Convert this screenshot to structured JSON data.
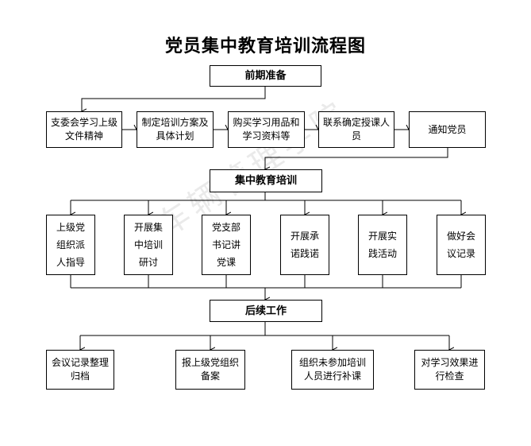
{
  "title": "党员集中教育培训流程图",
  "watermark": "车辆管理学院",
  "stage1": {
    "header": "前期准备",
    "steps": [
      "支委会学习上级文件精神",
      "制定培训方案及具体计划",
      "购买学习用品和学习资料等",
      "联系确定授课人员",
      "通知党员"
    ]
  },
  "stage2": {
    "header": "集中教育培训",
    "steps": [
      "上级党组织派人指导",
      "开展集中培训研讨",
      "党支部书记讲党课",
      "开展承诺践诺",
      "开展实践活动",
      "做好会议记录"
    ]
  },
  "stage3": {
    "header": "后续工作",
    "steps": [
      "会议记录整理归档",
      "报上级党组织备案",
      "组织未参加培训人员进行补课",
      "对学习效果进行检查"
    ]
  }
}
